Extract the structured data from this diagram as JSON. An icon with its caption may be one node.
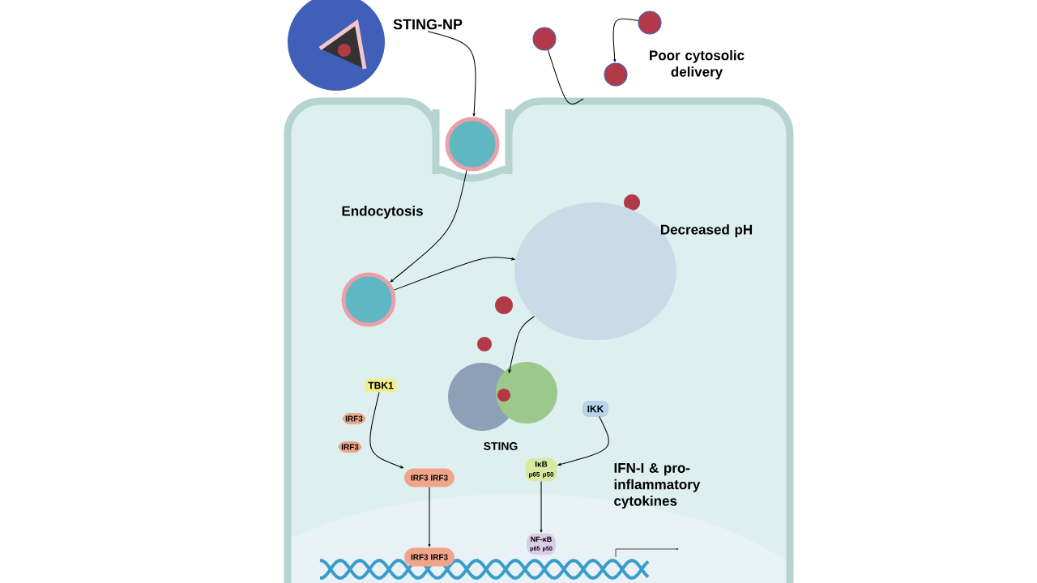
{
  "diagram": {
    "nodes": [
      {
        "text": [
          "STING-NP"
        ]
      },
      {
        "text": [],
        "shape": "circle"
      },
      {
        "text": [],
        "shape": "circle"
      },
      {
        "text": [],
        "shape": "cloud",
        "beside": [
          "Decreased pH"
        ]
      },
      {
        "text": [
          "STING"
        ]
      },
      {
        "text": [
          "TBK1"
        ]
      },
      {
        "text": [
          "IKK"
        ]
      },
      {
        "text": [
          "IRF3"
        ]
      },
      {
        "text": [
          "IRF3"
        ]
      },
      {
        "text": [
          "IRF3",
          "IRF3"
        ]
      },
      {
        "text": [
          "IκB",
          "p65",
          "p50"
        ]
      },
      {
        "text": [
          "IRF3",
          "IRF3"
        ]
      },
      {
        "text": [
          "NF-κB",
          "p65",
          "p50"
        ]
      },
      {
        "text": [],
        "shape": "circle"
      },
      {
        "text": [],
        "shape": "circle"
      },
      {
        "text": [],
        "shape": "circle",
        "beside": [
          "Poor cytosolic delivery"
        ]
      }
    ],
    "edges": [
      {
        "from": 0,
        "to": 1,
        "arrow": "to"
      },
      {
        "from": 1,
        "to": 2,
        "arrow": "to",
        "label": "Endocytosis"
      },
      {
        "from": 2,
        "to": 3,
        "arrow": "to"
      },
      {
        "from": 3,
        "to": 4,
        "arrow": "to"
      },
      {
        "from": 5,
        "to": 9,
        "arrow": "to"
      },
      {
        "from": 6,
        "to": 10,
        "arrow": "to"
      },
      {
        "from": 9,
        "to": 11,
        "arrow": "to"
      },
      {
        "from": 10,
        "to": 12,
        "arrow": "to"
      },
      {
        "from": 14,
        "to": 15,
        "arrow": "to"
      },
      {
        "from": 13,
        "to": null,
        "arrow": "none"
      }
    ],
    "labels": [
      "IFN-I & pro-inflammatory cytokines"
    ]
  }
}
